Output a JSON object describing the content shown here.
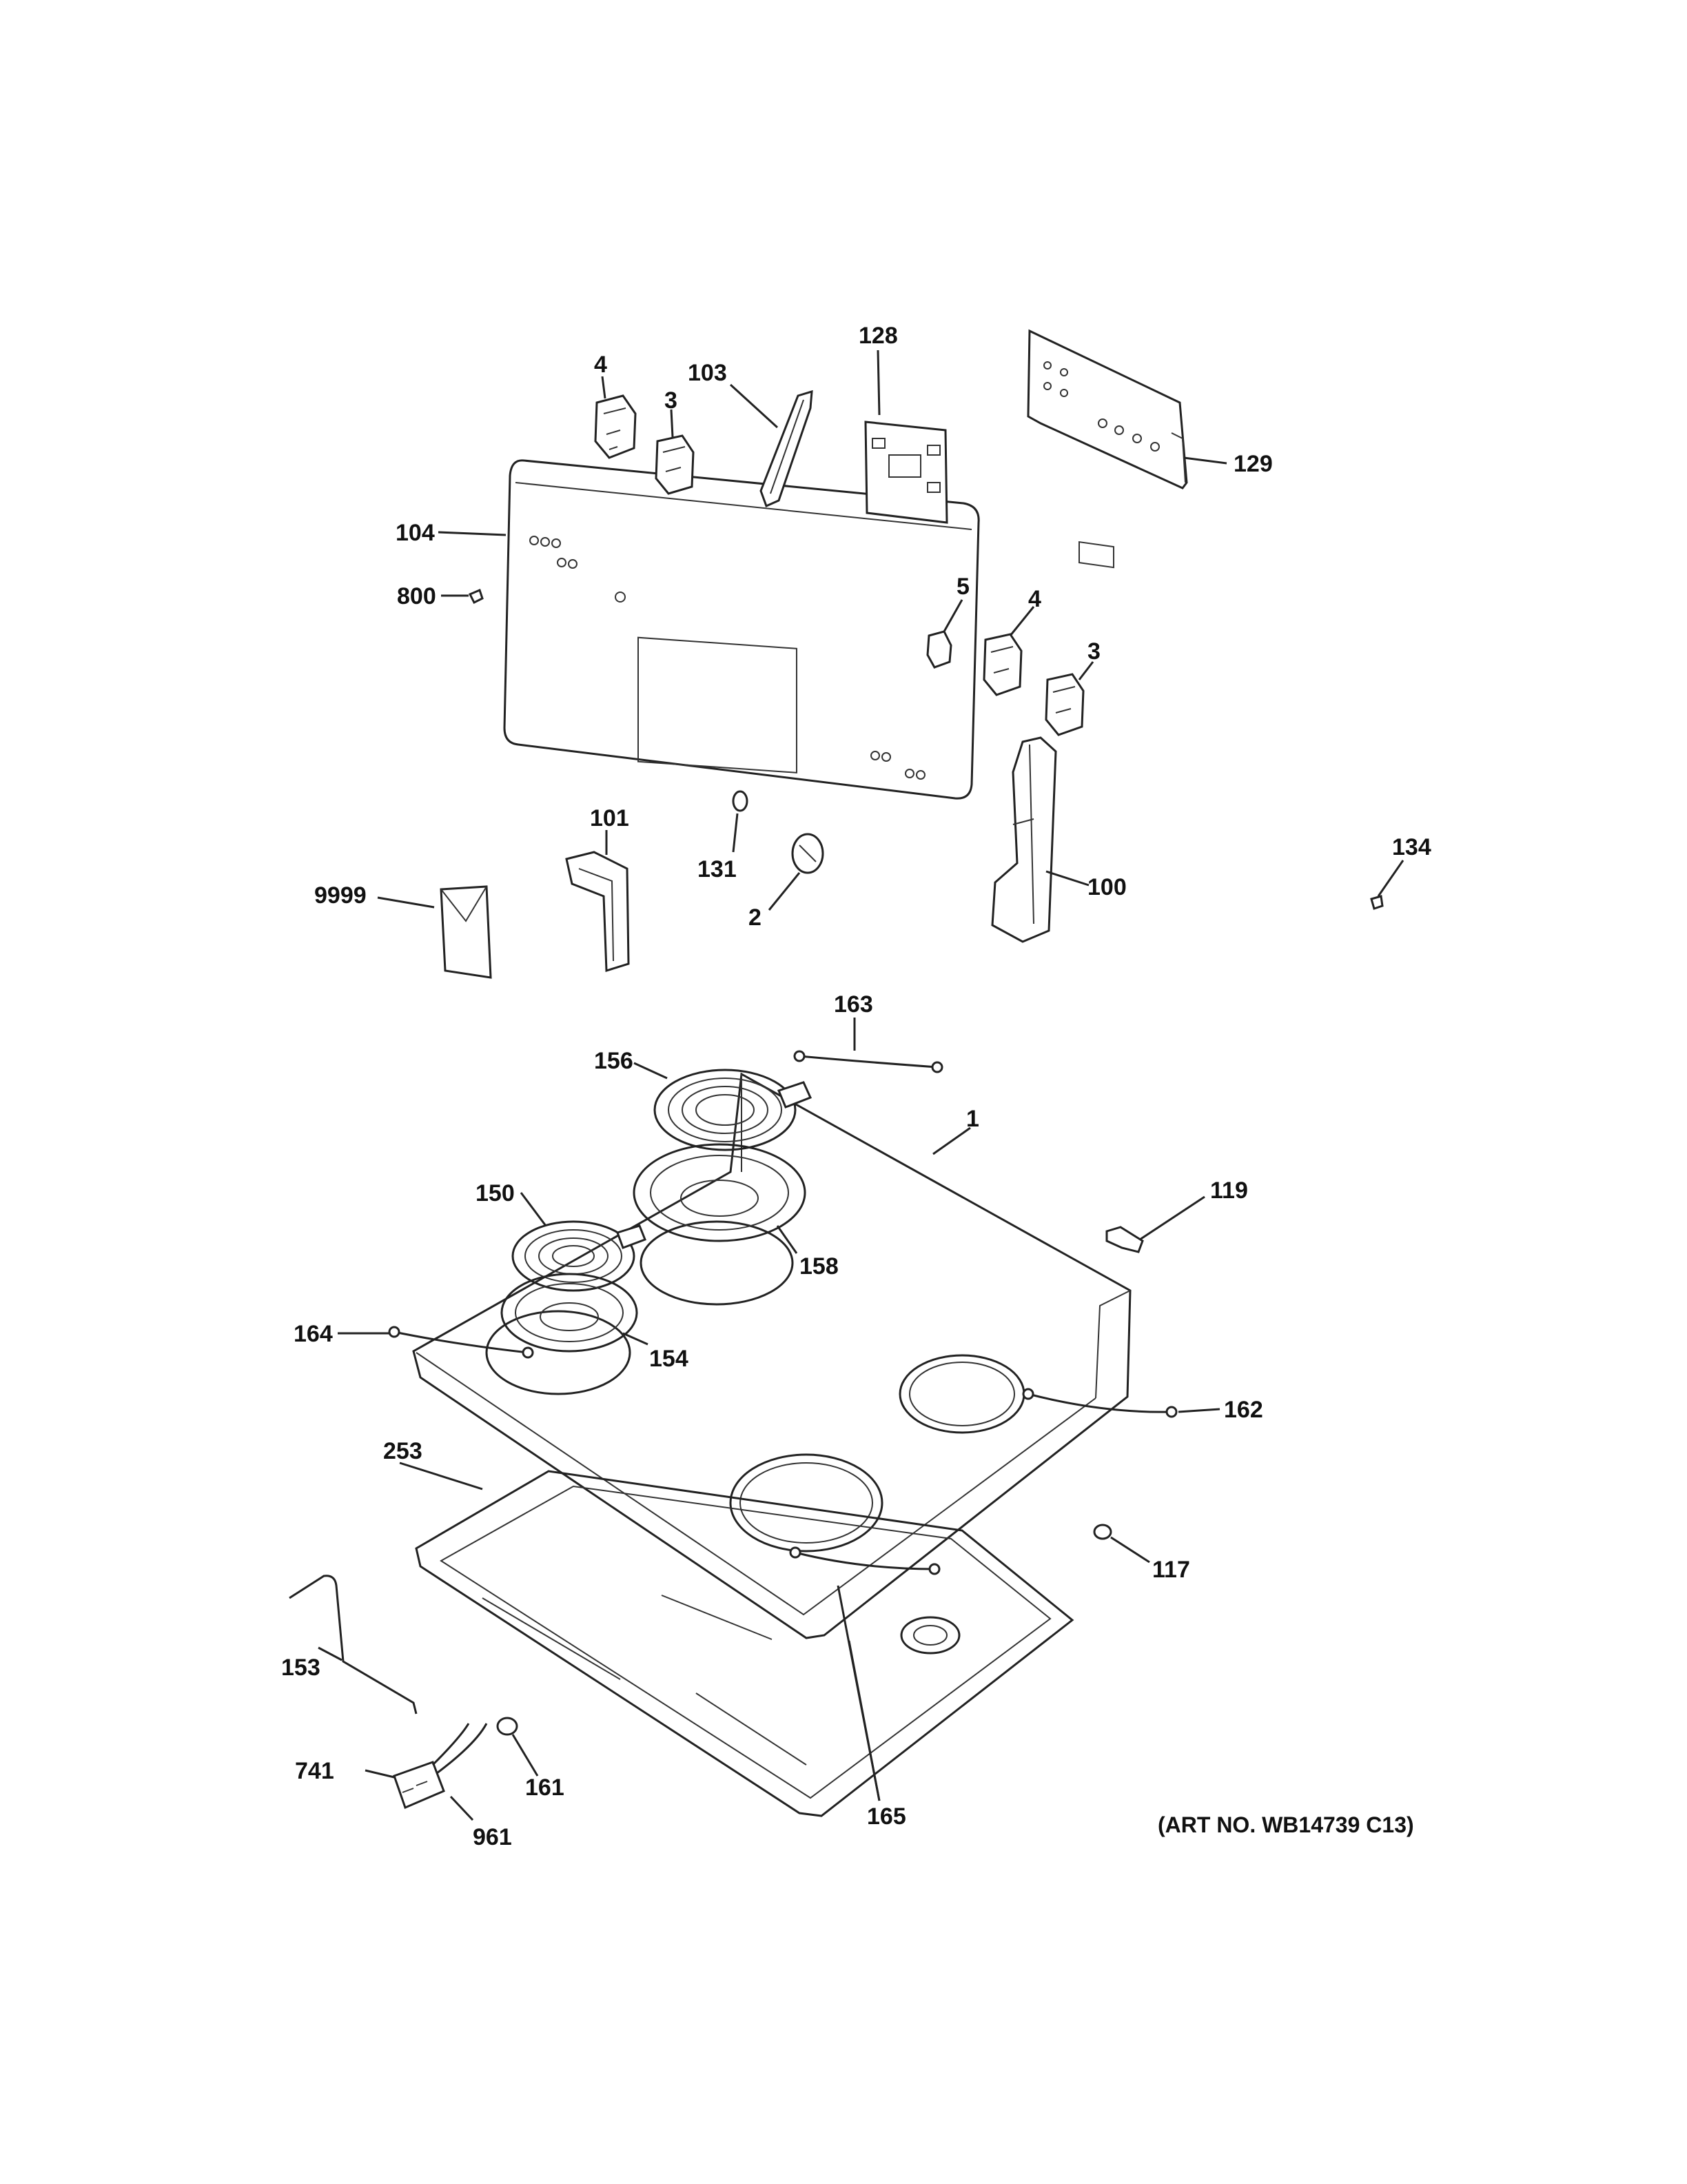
{
  "art_number": "(ART NO. WB14739 C13)",
  "labels": {
    "l4a": "4",
    "l3a": "3",
    "l103": "103",
    "l128": "128",
    "l129": "129",
    "l104": "104",
    "l800": "800",
    "l5": "5",
    "l4b": "4",
    "l3b": "3",
    "l101": "101",
    "l131": "131",
    "l2": "2",
    "l100": "100",
    "l134": "134",
    "l9999": "9999",
    "l163": "163",
    "l156": "156",
    "l1": "1",
    "l150": "150",
    "l158": "158",
    "l119": "119",
    "l164": "164",
    "l154": "154",
    "l162": "162",
    "l253": "253",
    "l117": "117",
    "l153": "153",
    "l741": "741",
    "l161": "161",
    "l961": "961",
    "l165": "165"
  }
}
